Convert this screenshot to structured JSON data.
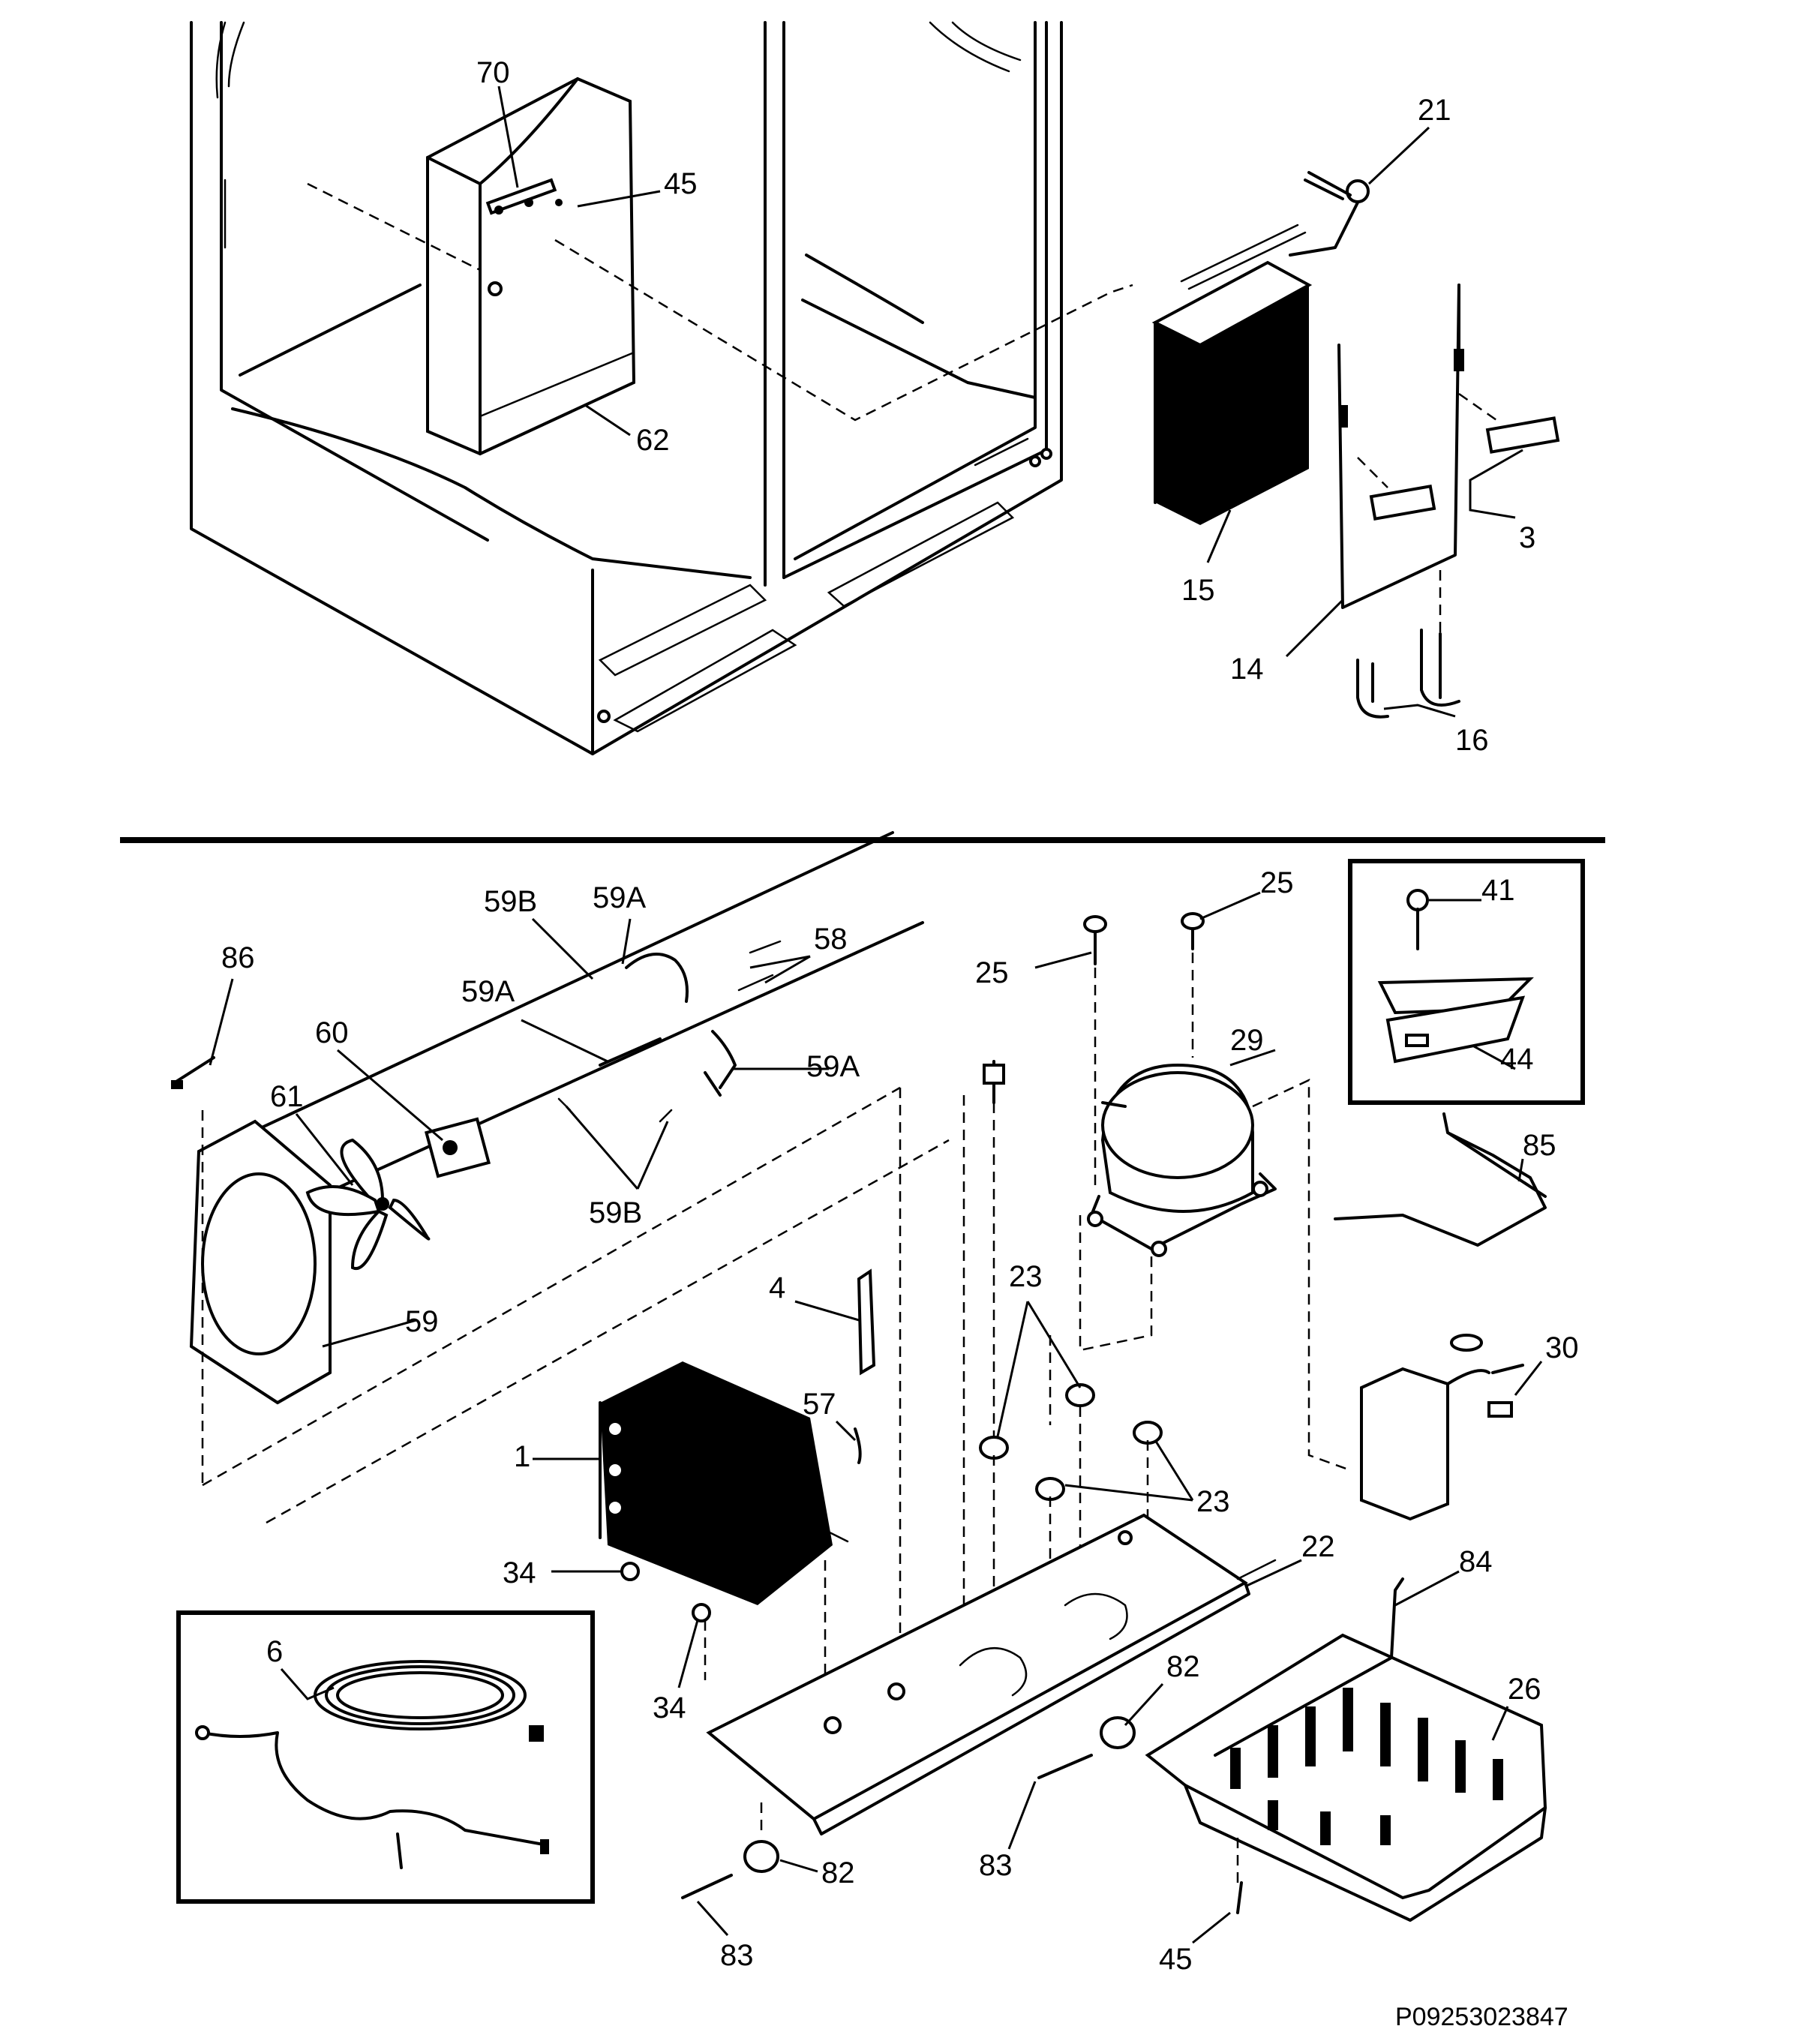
{
  "labels": {
    "l70": "70",
    "l45a": "45",
    "l62": "62",
    "l21": "21",
    "l3": "3",
    "l15": "15",
    "l14": "14",
    "l16": "16",
    "l86": "86",
    "l59B1": "59B",
    "l59A1": "59A",
    "l58": "58",
    "l59A2": "59A",
    "l60": "60",
    "l61": "61",
    "l59A3": "59A",
    "l59B2": "59B",
    "l59": "59",
    "l25a": "25",
    "l25b": "25",
    "l29": "29",
    "l41": "41",
    "l44": "44",
    "l85": "85",
    "l23a": "23",
    "l23b": "23",
    "l4": "4",
    "l57": "57",
    "l1": "1",
    "l30": "30",
    "l34a": "34",
    "l34b": "34",
    "l22": "22",
    "l84": "84",
    "l6": "6",
    "l82a": "82",
    "l26": "26",
    "l83a": "83",
    "l82b": "82",
    "l83b": "83",
    "l45b": "45"
  },
  "document_code": "P09253023847"
}
